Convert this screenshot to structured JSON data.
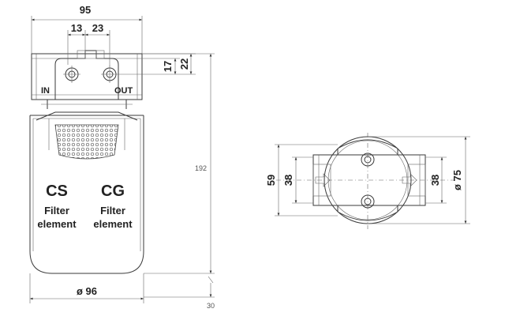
{
  "front_view": {
    "width_top": "95",
    "offset_a": "13",
    "offset_b": "23",
    "height_a": "17",
    "height_b": "22",
    "total_height": "192",
    "diameter_bottom": "ø 96",
    "clearance": "30",
    "port_in": "IN",
    "port_out": "OUT",
    "element_left_code": "CS",
    "element_left_line1": "Filter",
    "element_left_line2": "element",
    "element_right_code": "CG",
    "element_right_line1": "Filter",
    "element_right_line2": "element"
  },
  "top_view": {
    "height_outer": "59",
    "height_inner_left": "38",
    "height_inner_right": "38",
    "diameter": "ø 75"
  }
}
